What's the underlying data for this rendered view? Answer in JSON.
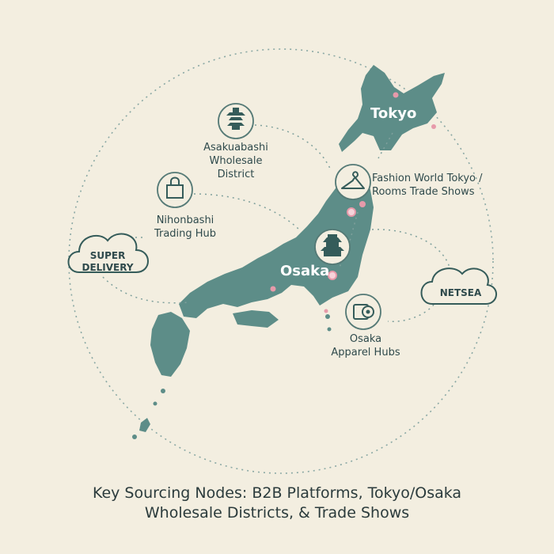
{
  "map": {
    "cities": {
      "tokyo": "Tokyo",
      "osaka": "Osaka"
    },
    "nodes": [
      {
        "id": "asakuabashi",
        "lines": [
          "Asakuabashi",
          "Wholesale",
          "District"
        ],
        "icon": "pagoda-icon"
      },
      {
        "id": "nihonbashi",
        "lines": [
          "Nihonbashi",
          "Trading Hub"
        ],
        "icon": "shopping-bag-icon"
      },
      {
        "id": "fashion-world",
        "lines": [
          "Fashion World Tokyo /",
          "Rooms Trade Shows"
        ],
        "icon": "hanger-icon"
      },
      {
        "id": "osaka-apparel",
        "lines": [
          "Osaka",
          "Apparel Hubs"
        ],
        "icon": "fabric-roll-icon"
      }
    ],
    "platforms": [
      {
        "id": "super-delivery",
        "lines": [
          "SUPER",
          "DELIVERY"
        ],
        "icon": "cloud-icon"
      },
      {
        "id": "netsea",
        "lines": [
          "NETSEA"
        ],
        "icon": "cloud-icon"
      }
    ],
    "colors": {
      "land": "#5d8d88",
      "line": "#7fa09c",
      "accent": "#e79aaa",
      "text": "#2f4a4c",
      "background": "#f3eee0"
    }
  },
  "caption": {
    "line1": "Key Sourcing Nodes: B2B Platforms, Tokyo/Osaka",
    "line2": "Wholesale Districts, & Trade Shows"
  }
}
